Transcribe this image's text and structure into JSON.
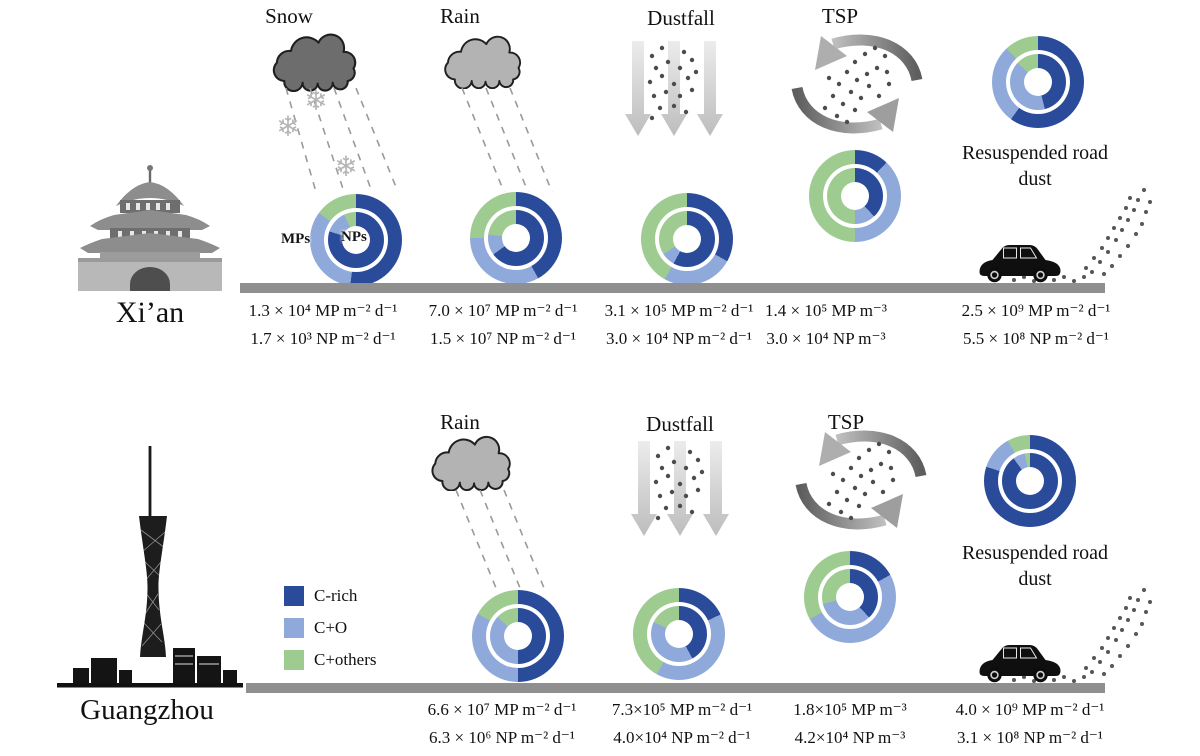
{
  "colors": {
    "c_rich": "#2a4a9a",
    "c_o": "#8ea9da",
    "c_others": "#9ecb90",
    "ground": "#8f8f8f"
  },
  "ring_labels": {
    "outer": "MPs",
    "inner": "NPs"
  },
  "legend": {
    "items": [
      {
        "label": "C-rich",
        "key": "c_rich"
      },
      {
        "label": "C+O",
        "key": "c_o"
      },
      {
        "label": "C+others",
        "key": "c_others"
      }
    ]
  },
  "rows": {
    "xian": {
      "city": "Xi’an",
      "columns": [
        {
          "id": "snow",
          "header": "Snow",
          "mp": "1.3 × 10⁴ MP m⁻² d⁻¹",
          "np": "1.7 × 10³ NP m⁻² d⁻¹",
          "donut": {
            "outer": [
              0.52,
              0.33,
              0.15
            ],
            "inner": [
              0.8,
              0.13,
              0.07
            ]
          }
        },
        {
          "id": "rain",
          "header": "Rain",
          "mp": "7.0 × 10⁷ MP m⁻² d⁻¹",
          "np": "1.5 × 10⁷ NP m⁻² d⁻¹",
          "donut": {
            "outer": [
              0.42,
              0.33,
              0.25
            ],
            "inner": [
              0.65,
              0.12,
              0.23
            ]
          }
        },
        {
          "id": "dustfall",
          "header": "Dustfall",
          "mp": "3.1 × 10⁵ MP m⁻² d⁻¹",
          "np": "3.0 × 10⁴ NP m⁻² d⁻¹",
          "donut": {
            "outer": [
              0.33,
              0.25,
              0.42
            ],
            "inner": [
              0.58,
              0.08,
              0.34
            ]
          }
        },
        {
          "id": "tsp",
          "header": "TSP",
          "mp": "1.4 × 10⁵ MP m⁻³",
          "np": "3.0 × 10⁴ NP m⁻³",
          "donut": {
            "outer": [
              0.12,
              0.38,
              0.5
            ],
            "inner": [
              0.38,
              0.12,
              0.5
            ]
          }
        },
        {
          "id": "road_dust",
          "label": "Resuspended road dust",
          "mp": "2.5 × 10⁹ MP m⁻² d⁻¹",
          "np": "5.5 × 10⁸ NP m⁻² d⁻¹",
          "donut": {
            "outer": [
              0.6,
              0.28,
              0.12
            ],
            "inner": [
              0.46,
              0.41,
              0.13
            ]
          }
        }
      ]
    },
    "guangzhou": {
      "city": "Guangzhou",
      "columns": [
        {
          "id": "rain",
          "header": "Rain",
          "mp": "6.6 × 10⁷ MP m⁻² d⁻¹",
          "np": "6.3 × 10⁶ NP m⁻² d⁻¹",
          "donut": {
            "outer": [
              0.5,
              0.33,
              0.17
            ],
            "inner": [
              0.5,
              0.37,
              0.13
            ]
          }
        },
        {
          "id": "dustfall",
          "header": "Dustfall",
          "mp": "7.3×10⁵ MP m⁻² d⁻¹",
          "np": "4.0×10⁴ NP m⁻² d⁻¹",
          "donut": {
            "outer": [
              0.18,
              0.4,
              0.42
            ],
            "inner": [
              0.42,
              0.4,
              0.18
            ]
          }
        },
        {
          "id": "tsp",
          "header": "TSP",
          "mp": "1.8×10⁵ MP m⁻³",
          "np": "4.2×10⁴ NP m⁻³",
          "donut": {
            "outer": [
              0.17,
              0.5,
              0.33
            ],
            "inner": [
              0.38,
              0.33,
              0.29
            ]
          }
        },
        {
          "id": "road_dust",
          "label": "Resuspended road dust",
          "mp": "4.0 × 10⁹ MP m⁻² d⁻¹",
          "np": "3.1 × 10⁸ NP m⁻² d⁻¹",
          "donut": {
            "outer": [
              0.8,
              0.12,
              0.08
            ],
            "inner": [
              0.9,
              0.07,
              0.03
            ]
          }
        }
      ]
    }
  }
}
